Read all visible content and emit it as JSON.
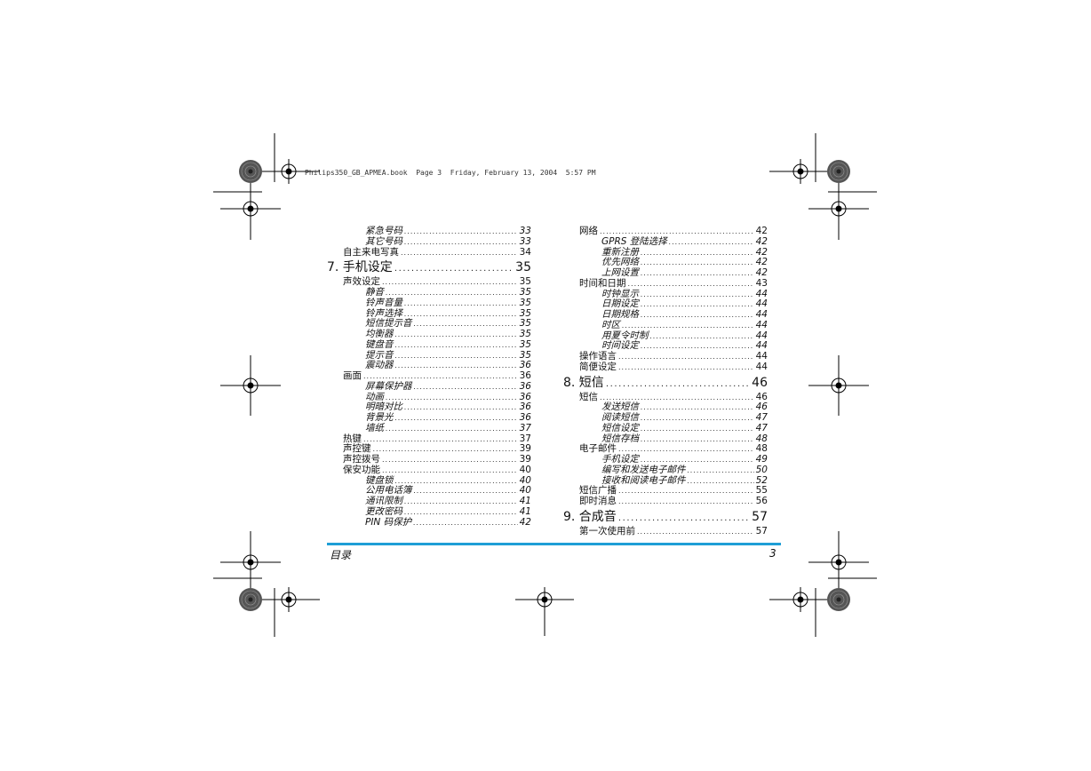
{
  "header": {
    "text": "Philips350_GB_APMEA.book  Page 3  Friday, February 13, 2004  5:57 PM"
  },
  "toc_left": [
    {
      "level": 2,
      "title": "紧急号码",
      "page": "33"
    },
    {
      "level": 2,
      "title": "其它号码",
      "page": "33"
    },
    {
      "level": 1,
      "title": "自主来电写真",
      "page": "34"
    },
    {
      "level": 0,
      "title": "7. 手机设定",
      "page": "35"
    },
    {
      "level": 1,
      "title": "声效设定",
      "page": "35"
    },
    {
      "level": 2,
      "title": "静音",
      "page": "35"
    },
    {
      "level": 2,
      "title": "铃声音量",
      "page": "35"
    },
    {
      "level": 2,
      "title": "铃声选择",
      "page": "35"
    },
    {
      "level": 2,
      "title": "短信提示音",
      "page": "35"
    },
    {
      "level": 2,
      "title": "均衡器",
      "page": "35"
    },
    {
      "level": 2,
      "title": "键盘音",
      "page": "35"
    },
    {
      "level": 2,
      "title": "提示音",
      "page": "35"
    },
    {
      "level": 2,
      "title": "震动器",
      "page": "36"
    },
    {
      "level": 1,
      "title": "画面",
      "page": "36"
    },
    {
      "level": 2,
      "title": "屏幕保护器",
      "page": "36"
    },
    {
      "level": 2,
      "title": "动画",
      "page": "36"
    },
    {
      "level": 2,
      "title": "明暗对比",
      "page": "36"
    },
    {
      "level": 2,
      "title": "背景光",
      "page": "36"
    },
    {
      "level": 2,
      "title": "墙纸",
      "page": "37"
    },
    {
      "level": 1,
      "title": "热键",
      "page": "37"
    },
    {
      "level": 1,
      "title": "声控键",
      "page": "39"
    },
    {
      "level": 1,
      "title": "声控拨号",
      "page": "39"
    },
    {
      "level": 1,
      "title": "保安功能",
      "page": "40"
    },
    {
      "level": 2,
      "title": "键盘锁",
      "page": "40"
    },
    {
      "level": 2,
      "title": "公用电话簿",
      "page": "40"
    },
    {
      "level": 2,
      "title": "通讯限制",
      "page": "41"
    },
    {
      "level": 2,
      "title": "更改密码",
      "page": "41"
    },
    {
      "level": 2,
      "title": "PIN 码保护",
      "page": "42"
    }
  ],
  "toc_right": [
    {
      "level": 1,
      "title": "网络",
      "page": "42"
    },
    {
      "level": 2,
      "title": "GPRS 登陆选择",
      "page": "42"
    },
    {
      "level": 2,
      "title": "重新注册",
      "page": "42"
    },
    {
      "level": 2,
      "title": "优先网络",
      "page": "42"
    },
    {
      "level": 2,
      "title": "上网设置",
      "page": "42"
    },
    {
      "level": 1,
      "title": "时间和日期",
      "page": "43"
    },
    {
      "level": 2,
      "title": "时钟显示",
      "page": "44"
    },
    {
      "level": 2,
      "title": "日期设定",
      "page": "44"
    },
    {
      "level": 2,
      "title": "日期规格",
      "page": "44"
    },
    {
      "level": 2,
      "title": "时区",
      "page": "44"
    },
    {
      "level": 2,
      "title": "用夏令时制",
      "page": "44"
    },
    {
      "level": 2,
      "title": "时间设定",
      "page": "44"
    },
    {
      "level": 1,
      "title": "操作语言",
      "page": "44"
    },
    {
      "level": 1,
      "title": "简便设定",
      "page": "44"
    },
    {
      "level": 0,
      "title": "8. 短信",
      "page": "46"
    },
    {
      "level": 1,
      "title": "短信",
      "page": "46"
    },
    {
      "level": 2,
      "title": "发送短信",
      "page": "46"
    },
    {
      "level": 2,
      "title": "阅读短信",
      "page": "47"
    },
    {
      "level": 2,
      "title": "短信设定",
      "page": "47"
    },
    {
      "level": 2,
      "title": "短信存档",
      "page": "48"
    },
    {
      "level": 1,
      "title": "电子邮件",
      "page": "48"
    },
    {
      "level": 2,
      "title": "手机设定",
      "page": "49"
    },
    {
      "level": 2,
      "title": "编写和发送电子邮件",
      "page": "50"
    },
    {
      "level": 2,
      "title": "接收和阅读电子邮件",
      "page": "52"
    },
    {
      "level": 1,
      "title": "短信广播",
      "page": "55"
    },
    {
      "level": 1,
      "title": "即时消息",
      "page": "56"
    },
    {
      "level": 0,
      "title": "9. 合成音",
      "page": "57"
    },
    {
      "level": 1,
      "title": "第一次使用前",
      "page": "57"
    }
  ],
  "footer": {
    "section": "目录",
    "page_number": "3"
  },
  "colors": {
    "accent_bar": "#1e9ed6"
  }
}
